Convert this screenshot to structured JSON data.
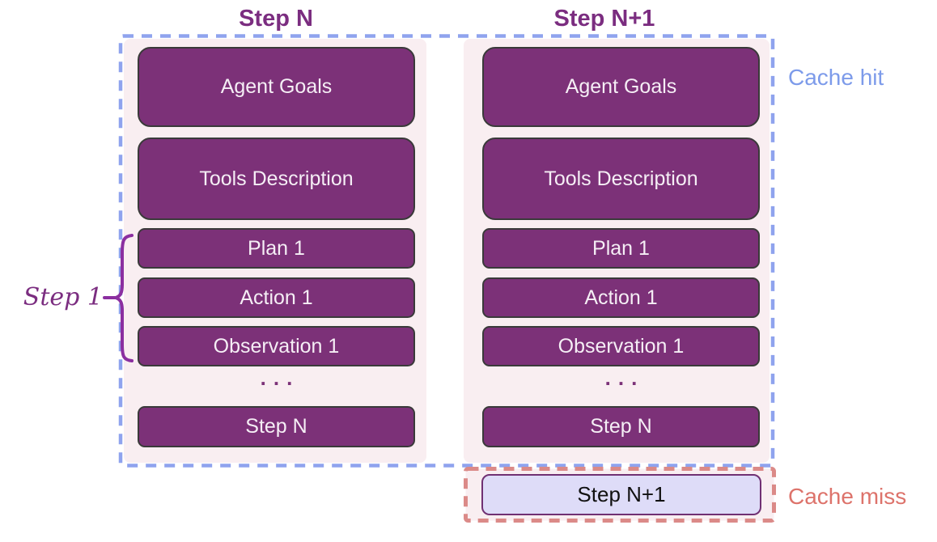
{
  "diagram": {
    "columns": [
      {
        "title": "Step N",
        "boxes": {
          "goals": "Agent Goals",
          "tools": "Tools Description",
          "plan": "Plan 1",
          "action": "Action 1",
          "observation": "Observation 1",
          "step_n": "Step N"
        }
      },
      {
        "title": "Step N+1",
        "boxes": {
          "goals": "Agent Goals",
          "tools": "Tools Description",
          "plan": "Plan 1",
          "action": "Action 1",
          "observation": "Observation 1",
          "step_n": "Step N"
        },
        "new_step_box": "Step N+1"
      }
    ],
    "ellipsis": "...",
    "annotations": {
      "cache_hit": "Cache hit",
      "cache_miss": "Cache miss",
      "step_1": "Step 1"
    },
    "colors": {
      "box_fill": "#7c3178",
      "box_border": "#3a3a3a",
      "box_text": "#f5eef5",
      "panel_fill": "#f9eef1",
      "cache_hit_accent": "#8fa3ee",
      "cache_miss_accent": "#db8a88",
      "cache_hit_text": "#7d9bea",
      "cache_miss_text": "#dd736b",
      "title_text": "#7b2d80",
      "new_box_fill": "#dedcf8",
      "new_box_border": "#703073",
      "new_box_text": "#111111",
      "brace": "#8b2fa0"
    }
  }
}
